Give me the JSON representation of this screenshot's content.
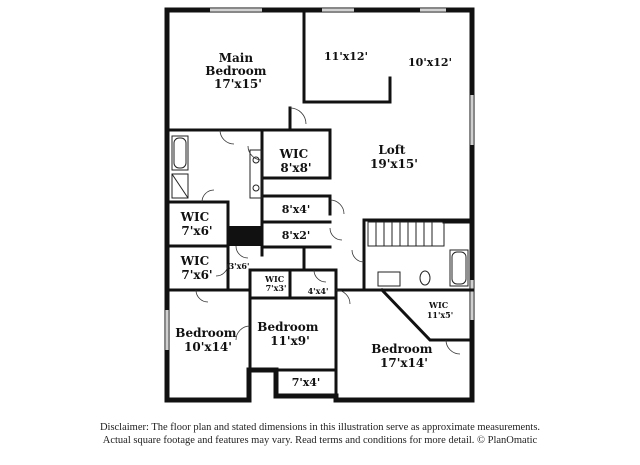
{
  "rooms": [
    {
      "id": "main-bedroom",
      "lines": [
        "Main",
        "Bedroom",
        "17'x15'"
      ]
    },
    {
      "id": "room-11x12",
      "lines": [
        "11'x12'"
      ]
    },
    {
      "id": "room-10x12",
      "lines": [
        "10'x12'"
      ]
    },
    {
      "id": "loft",
      "lines": [
        "Loft",
        "19'x15'"
      ]
    },
    {
      "id": "wic-8x8",
      "lines": [
        "WIC",
        "8'x8'"
      ]
    },
    {
      "id": "room-8x4",
      "lines": [
        "8'x4'"
      ]
    },
    {
      "id": "room-8x2",
      "lines": [
        "8'x2'"
      ]
    },
    {
      "id": "wic-7x6-upper",
      "lines": [
        "WIC",
        "7'x6'"
      ]
    },
    {
      "id": "wic-7x6-lower",
      "lines": [
        "WIC",
        "7'x6'"
      ]
    },
    {
      "id": "room-3x6",
      "lines": [
        "3'x6'"
      ]
    },
    {
      "id": "wic-7x3",
      "lines": [
        "WIC",
        "7'x3'"
      ]
    },
    {
      "id": "room-4x4",
      "lines": [
        "4'x4'"
      ]
    },
    {
      "id": "wic-11x5",
      "lines": [
        "WIC",
        "11'x5'"
      ]
    },
    {
      "id": "bedroom-10x14",
      "lines": [
        "Bedroom",
        "10'x14'"
      ]
    },
    {
      "id": "bedroom-11x9",
      "lines": [
        "Bedroom",
        "11'x9'"
      ]
    },
    {
      "id": "bedroom-17x14",
      "lines": [
        "Bedroom",
        "17'x14'"
      ]
    },
    {
      "id": "room-7x4",
      "lines": [
        "7'x4'"
      ]
    }
  ],
  "disclaimer": {
    "line1": "Disclaimer: The floor plan and stated dimensions in this illustration serve as approximate measurements.",
    "line2": "Actual square footage and features may vary. Read terms and conditions for more detail. © PlanOmatic"
  }
}
